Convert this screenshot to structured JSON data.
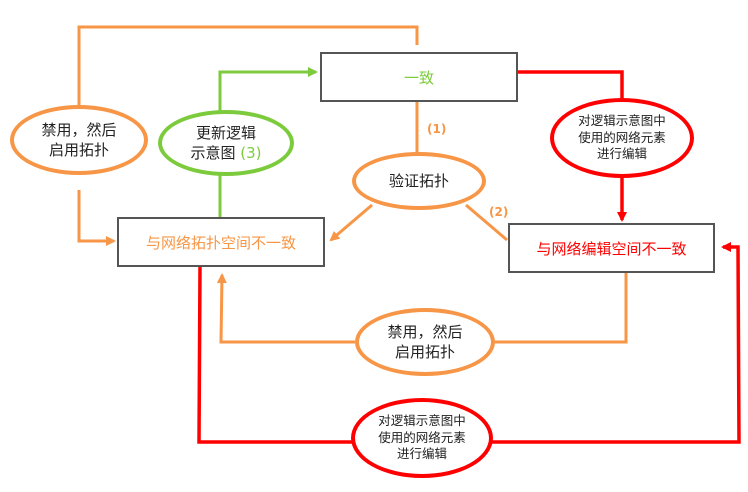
{
  "diagram": {
    "colors": {
      "orange": "#F79646",
      "green": "#7CCB3C",
      "red": "#FF0000",
      "box_border": "#555555"
    },
    "states": {
      "consistent": {
        "label": "一致",
        "color": "#7CCB3C"
      },
      "inconsistent_topology": {
        "label": "与网络拓扑空间不一致",
        "color": "#F79646"
      },
      "inconsistent_edit": {
        "label": "与网络编辑空间不一致",
        "color": "#FF0000"
      }
    },
    "actions": {
      "disable_enable_top": {
        "line1": "禁用，然后",
        "line2": "启用拓扑"
      },
      "update_schematic": {
        "line1": "更新逻辑",
        "line2": "示意图",
        "step": "(3)"
      },
      "validate_topology": {
        "label": "验证拓扑"
      },
      "edit_elements_top": {
        "line1": "对逻辑示意图中",
        "line2": "使用的网络元素",
        "line3": "进行编辑"
      },
      "disable_enable_bottom": {
        "line1": "禁用，然后",
        "line2": "启用拓扑"
      },
      "edit_elements_bottom": {
        "line1": "对逻辑示意图中",
        "line2": "使用的网络元素",
        "line3": "进行编辑"
      }
    },
    "step_labels": {
      "step1": "(1)",
      "step2": "(2)"
    }
  }
}
